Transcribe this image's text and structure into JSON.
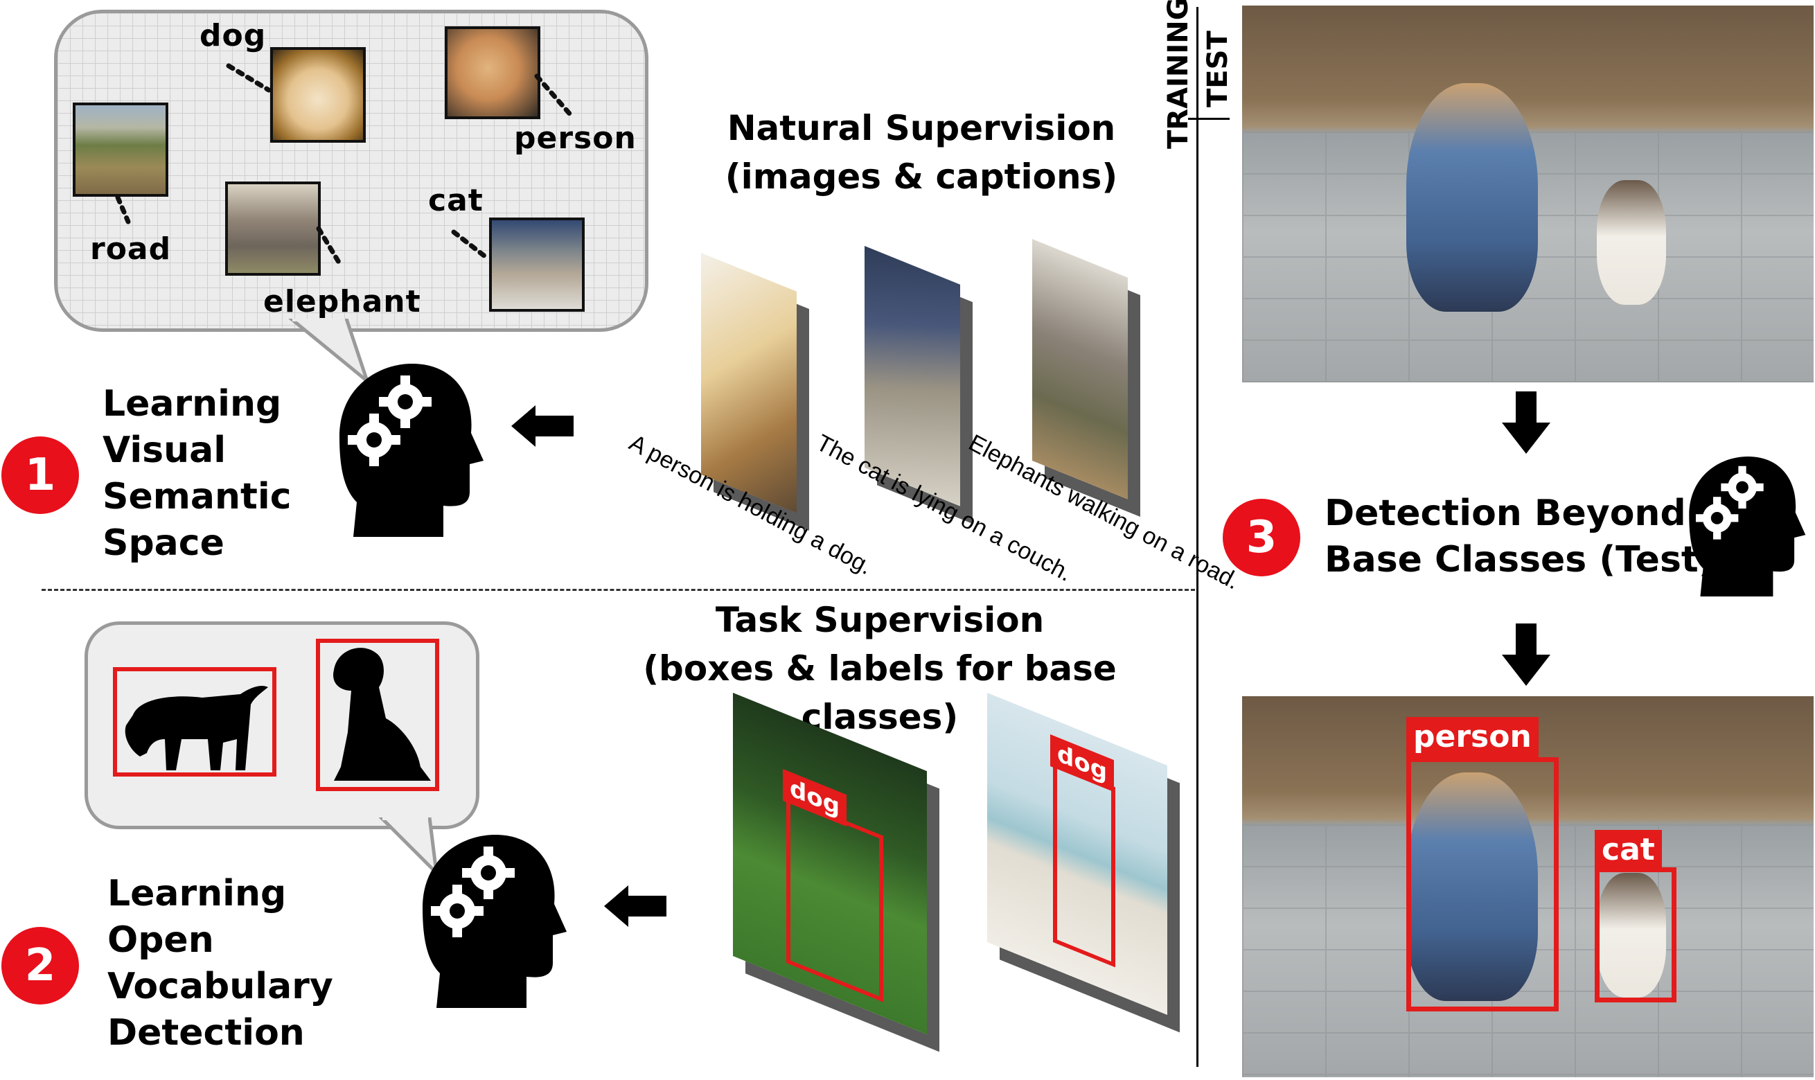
{
  "bubble_labels": {
    "dog": "dog",
    "person": "person",
    "road": "road",
    "cat": "cat",
    "elephant": "elephant"
  },
  "natural_supervision": {
    "title_line1": "Natural Supervision",
    "title_line2": "(images & captions)",
    "captions": [
      "A person is holding a dog.",
      "The cat is lying on a couch.",
      "Elephants walking on a road."
    ]
  },
  "task_supervision": {
    "title_line1": "Task Supervision",
    "title_line2": "(boxes & labels for base classes)",
    "box_labels": [
      "dog",
      "dog"
    ]
  },
  "step1": {
    "number": "1",
    "lines": [
      "Learning",
      "Visual",
      "Semantic",
      "Space"
    ]
  },
  "step2": {
    "number": "2",
    "lines": [
      "Learning",
      "Open",
      "Vocabulary",
      "Detection"
    ]
  },
  "step3": {
    "number": "3",
    "lines": [
      "Detection Beyond",
      "Base Classes (Test)"
    ]
  },
  "phase_labels": {
    "training": "TRAINING",
    "test": "TEST"
  },
  "detections": [
    "person",
    "cat"
  ],
  "colors": {
    "accent_red": "#e31b1b",
    "badge_red": "#e8101b",
    "bubble_grey": "#ececec"
  }
}
